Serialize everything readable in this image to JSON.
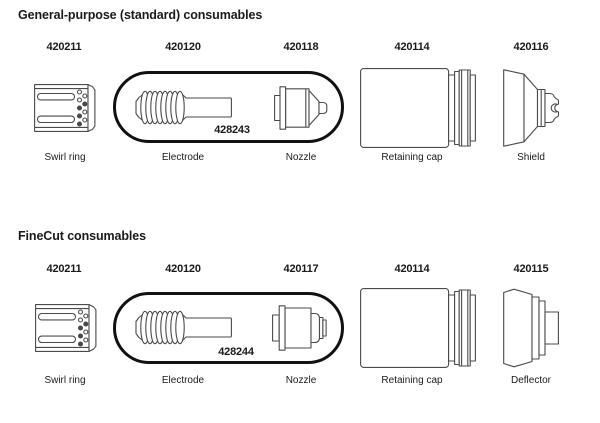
{
  "colors": {
    "line": "#4a4a4a",
    "capsule": "#111111",
    "text": "#1a1a1a"
  },
  "sections": [
    {
      "title": "General-purpose (standard) consumables",
      "kit_number": "428243",
      "parts": [
        {
          "part_number": "420211",
          "label": "Swirl ring",
          "icon": "swirl-ring-icon"
        },
        {
          "part_number": "420120",
          "label": "Electrode",
          "icon": "electrode-icon"
        },
        {
          "part_number": "420118",
          "label": "Nozzle",
          "icon": "nozzle-icon"
        },
        {
          "part_number": "420114",
          "label": "Retaining cap",
          "icon": "retaining-cap-icon"
        },
        {
          "part_number": "420116",
          "label": "Shield",
          "icon": "shield-icon"
        }
      ]
    },
    {
      "title": "FineCut consumables",
      "kit_number": "428244",
      "parts": [
        {
          "part_number": "420211",
          "label": "Swirl ring",
          "icon": "swirl-ring-icon"
        },
        {
          "part_number": "420120",
          "label": "Electrode",
          "icon": "electrode-icon"
        },
        {
          "part_number": "420117",
          "label": "Nozzle",
          "icon": "nozzle-finecut-icon"
        },
        {
          "part_number": "420114",
          "label": "Retaining cap",
          "icon": "retaining-cap-icon"
        },
        {
          "part_number": "420115",
          "label": "Deflector",
          "icon": "deflector-icon"
        }
      ]
    }
  ]
}
